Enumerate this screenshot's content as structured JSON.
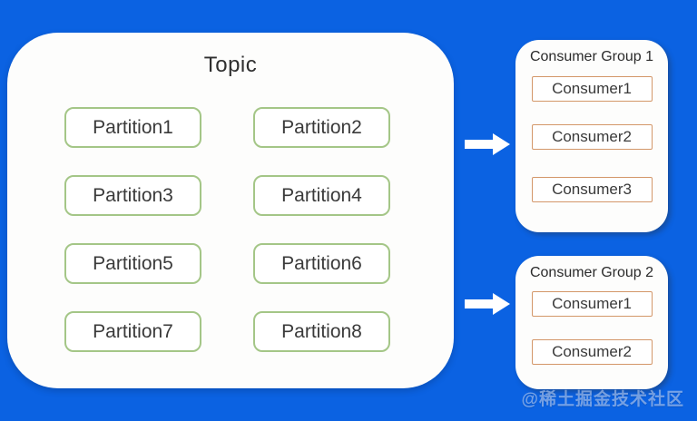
{
  "colors": {
    "background": "#0b62e2",
    "panel": "#fdfdfc",
    "partition_border": "#a4c687",
    "consumer_border": "#d39769",
    "text": "#3a3a3a",
    "arrow": "#ffffff",
    "watermark": "rgba(205,221,248,0.55)"
  },
  "topic": {
    "title": "Topic",
    "partitions": [
      "Partition1",
      "Partition2",
      "Partition3",
      "Partition4",
      "Partition5",
      "Partition6",
      "Partition7",
      "Partition8"
    ]
  },
  "consumer_groups": [
    {
      "title": "Consumer Group 1",
      "consumers": [
        "Consumer1",
        "Consumer2",
        "Consumer3"
      ]
    },
    {
      "title": "Consumer Group 2",
      "consumers": [
        "Consumer1",
        "Consumer2"
      ]
    }
  ],
  "watermark": "@稀土掘金技术社区"
}
